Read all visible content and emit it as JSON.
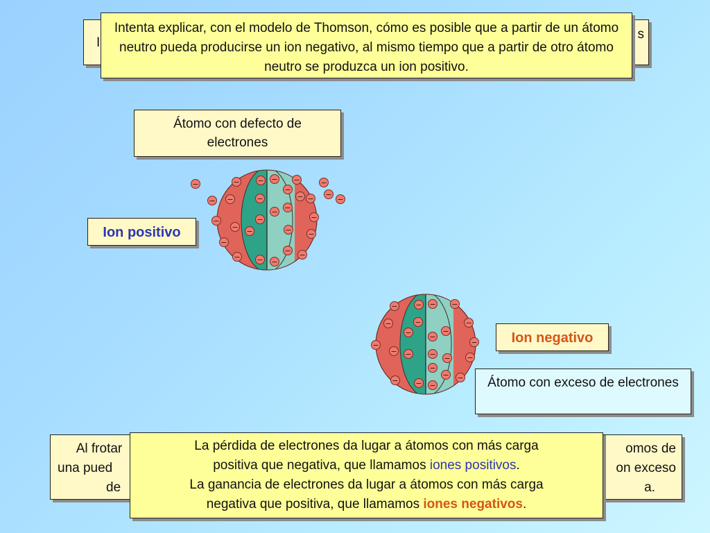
{
  "top": {
    "back_left": "I",
    "back_right": "s",
    "question": "Intenta explicar, con el modelo de Thomson, cómo es posible que a partir de un átomo neutro pueda producirse un ion negativo, al mismo tiempo que a partir de otro átomo neutro se produzca un ion positivo."
  },
  "atom_positive": {
    "caption": "Átomo con defecto de electrones",
    "label": "Ion positivo"
  },
  "atom_negative": {
    "caption": "Átomo con exceso de electrones",
    "label": "Ion negativo"
  },
  "electron_symbol": "−",
  "bottom": {
    "back_left_1": "Al frotar",
    "back_left_2": "una pued",
    "back_left_3": "de",
    "back_right_1": "omos de",
    "back_right_2": "on exceso",
    "back_right_3": "a.",
    "line1": "La pérdida de electrones da lugar a átomos con más carga",
    "line2_pre": "positiva que negativa, que llamamos ",
    "line2_hl": "iones positivos",
    "line2_post": ".",
    "line3": "La ganancia de electrones da lugar a átomos con más carga",
    "line4_pre": "negativa que positiva, que llamamos ",
    "line4_hl": "iones negativos",
    "line4_post": "."
  },
  "colors": {
    "sphere_red": "#e0645a",
    "sphere_green": "#2fa387",
    "sphere_teal": "#8fd0c2",
    "electron_fill": "#f07a6e",
    "positive_text": "#2b36b3",
    "negative_text": "#d4551a"
  }
}
